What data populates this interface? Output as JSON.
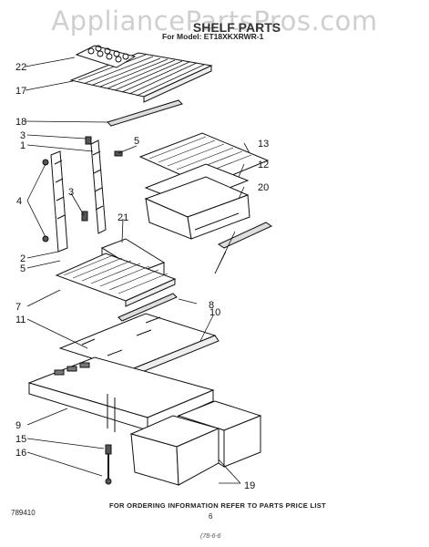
{
  "watermark": "AppliancePartsPros.com",
  "header": {
    "title": "SHELF PARTS",
    "model_line": "For Model: ET18XKXRWR-1"
  },
  "callouts": [
    {
      "label": "22"
    },
    {
      "label": "17"
    },
    {
      "label": "18"
    },
    {
      "label": "3"
    },
    {
      "label": "1"
    },
    {
      "label": "5"
    },
    {
      "label": "13"
    },
    {
      "label": "12"
    },
    {
      "label": "20"
    },
    {
      "label": "4"
    },
    {
      "label": "3"
    },
    {
      "label": "21"
    },
    {
      "label": "2"
    },
    {
      "label": "5"
    },
    {
      "label": "7"
    },
    {
      "label": "8"
    },
    {
      "label": "11"
    },
    {
      "label": "10"
    },
    {
      "label": "9"
    },
    {
      "label": "15"
    },
    {
      "label": "16"
    },
    {
      "label": "19"
    }
  ],
  "footer": {
    "note": "FOR ORDERING INFORMATION REFER TO PARTS PRICE LIST",
    "doc_number": "789410",
    "page_number": "6",
    "revision": "(78-6-6"
  }
}
